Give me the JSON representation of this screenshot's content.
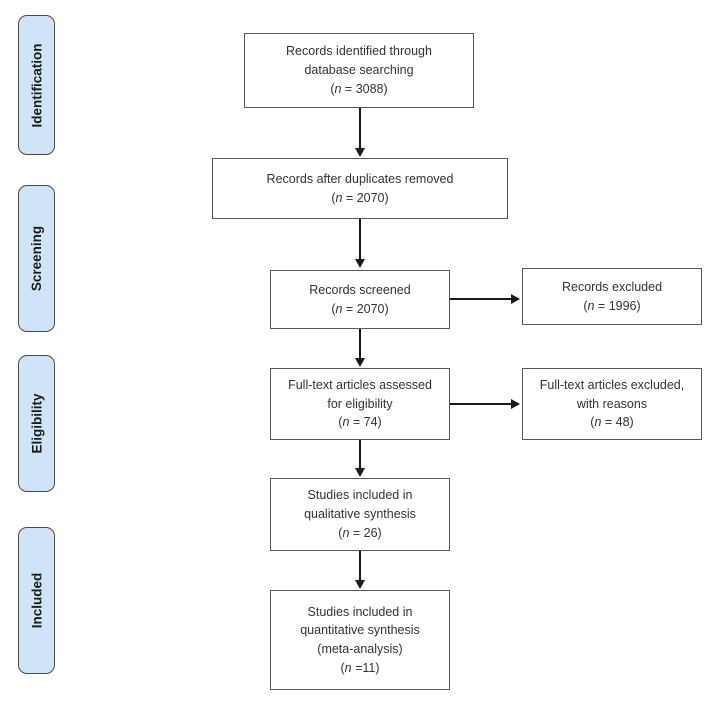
{
  "stages": [
    {
      "id": "identification",
      "label": "Identification"
    },
    {
      "id": "screening",
      "label": "Screening"
    },
    {
      "id": "eligibility",
      "label": "Eligibility"
    },
    {
      "id": "included",
      "label": "Included"
    }
  ],
  "boxes": {
    "identified": {
      "lines": [
        "Records identified through",
        "database searching"
      ],
      "stat": {
        "open": "(",
        "n": "n",
        "rest": " = 3088)"
      }
    },
    "deduplicated": {
      "lines": [
        "Records after duplicates removed"
      ],
      "stat": {
        "open": "(",
        "n": "n",
        "rest": " = 2070)"
      }
    },
    "screened": {
      "lines": [
        "Records screened"
      ],
      "stat": {
        "open": "(",
        "n": "n",
        "rest": " = 2070)"
      }
    },
    "records_excluded": {
      "lines": [
        "Records excluded"
      ],
      "stat": {
        "open": "(",
        "n": "n",
        "rest": " = 1996)"
      }
    },
    "fulltext_assessed": {
      "lines": [
        "Full-text articles assessed",
        "for eligibility"
      ],
      "stat": {
        "open": "(",
        "n": "n",
        "rest": " = 74)"
      }
    },
    "fulltext_excluded": {
      "lines": [
        "Full-text articles excluded,",
        "with reasons"
      ],
      "stat": {
        "open": "(",
        "n": "n",
        "rest": " = 48)"
      }
    },
    "qualitative": {
      "lines": [
        "Studies included in",
        "qualitative synthesis"
      ],
      "stat": {
        "open": "(",
        "n": "n",
        "rest": " = 26)"
      }
    },
    "quantitative": {
      "lines": [
        "Studies included in",
        "quantitative synthesis",
        "(meta-analysis)"
      ],
      "stat": {
        "open": "(",
        "n": "n",
        "rest": " =11)"
      }
    }
  },
  "colors": {
    "stage_fill": "#cfe5f7",
    "stage_border": "#4a4a4a",
    "box_border": "#595959",
    "arrow": "#1a1a1a",
    "text": "#333333"
  }
}
